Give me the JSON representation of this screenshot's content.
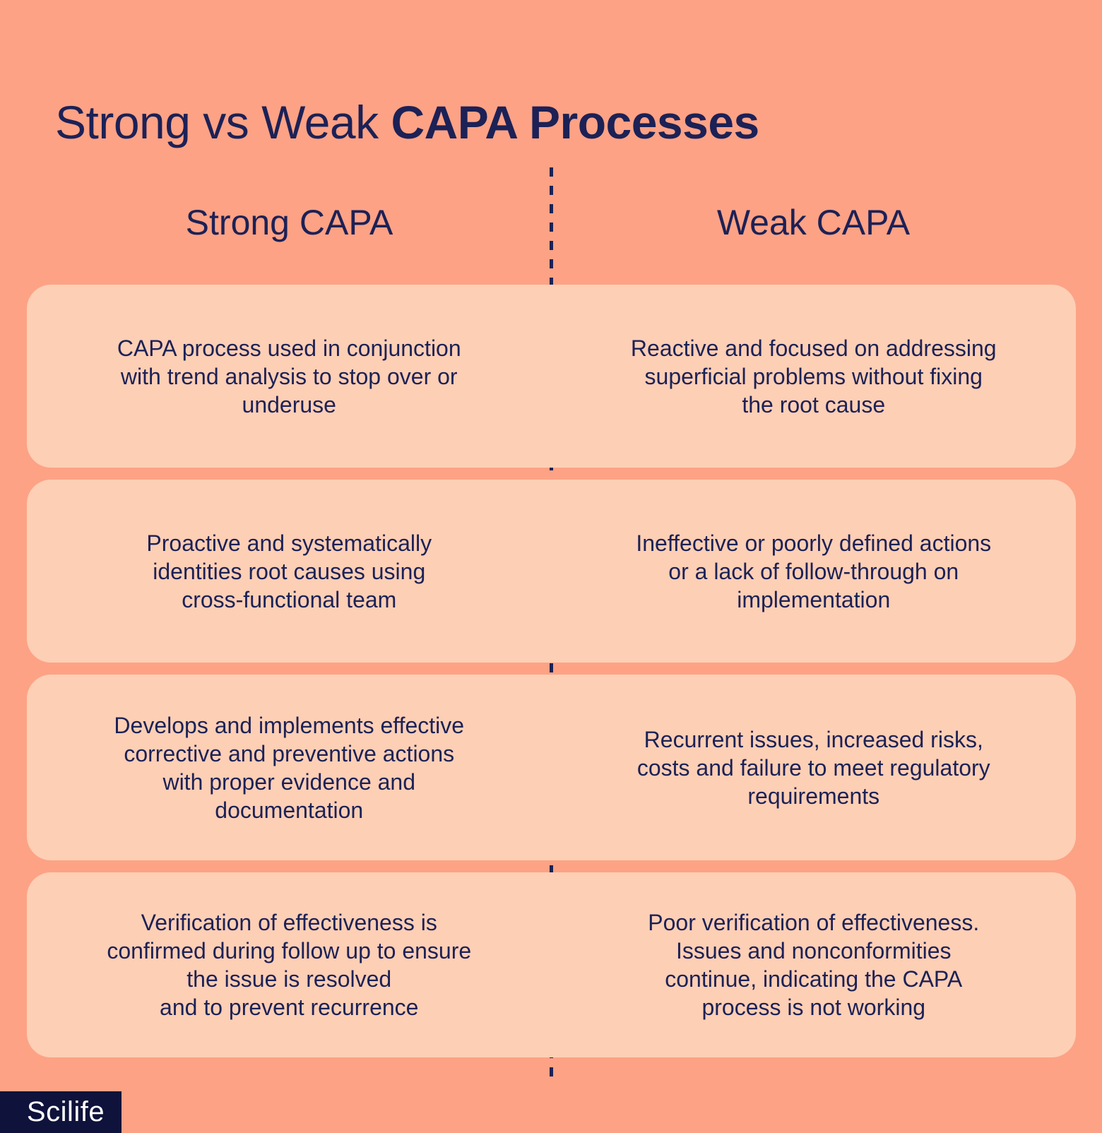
{
  "theme": {
    "background": "#fda285",
    "card_color": "#fdcfb5",
    "text_color": "#1c2156",
    "divider_color": "#1c2156",
    "logo_background": "#0f123b",
    "logo_color": "#ffffff"
  },
  "title": {
    "regular": "Strong vs Weak ",
    "bold": "CAPA Processes"
  },
  "columns": {
    "left": "Strong CAPA",
    "right": "Weak CAPA"
  },
  "rows": [
    {
      "strong": "CAPA process used in conjunction\nwith trend analysis to stop over or\nunderuse",
      "weak": "Reactive and focused on addressing\nsuperficial problems without fixing\nthe root cause"
    },
    {
      "strong": "Proactive and systematically\nidentities root causes using\ncross-functional team",
      "weak": "Ineffective or poorly defined actions\nor a lack of follow-through on\nimplementation"
    },
    {
      "strong": "Develops and implements effective\ncorrective and preventive actions\nwith proper evidence and\ndocumentation",
      "weak": "Recurrent issues, increased risks,\ncosts and failure to meet regulatory\nrequirements"
    },
    {
      "strong": "Verification of effectiveness is\nconfirmed during follow up to ensure\nthe issue is resolved\nand to prevent recurrence",
      "weak": "Poor verification of effectiveness.\nIssues and nonconformities\ncontinue, indicating the CAPA\nprocess is not working"
    }
  ],
  "logo": {
    "text": "Scilife"
  }
}
